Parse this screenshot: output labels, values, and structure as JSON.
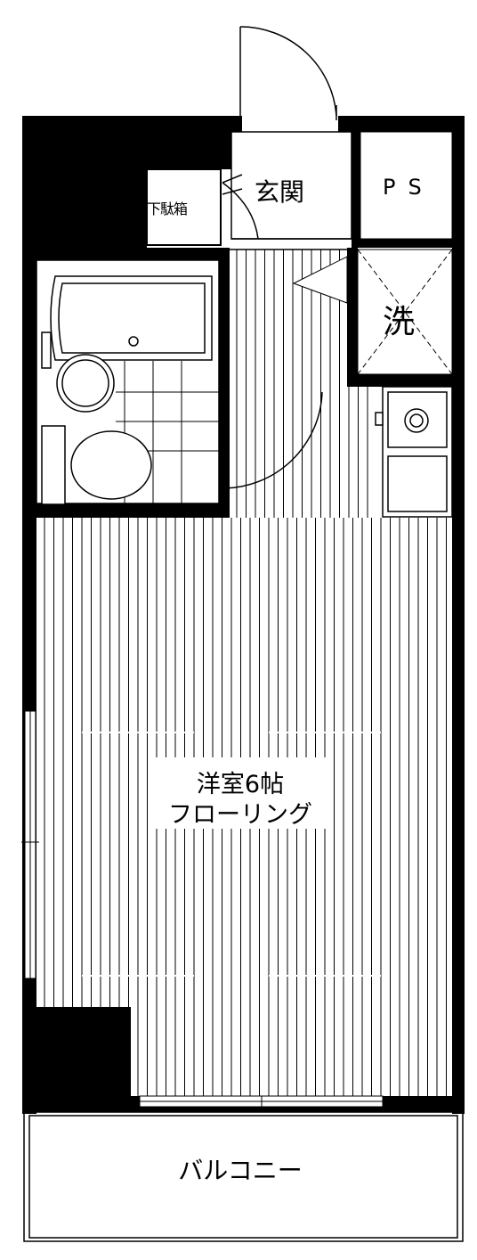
{
  "labels": {
    "entrance": "玄関",
    "shoe_box": "下駄箱",
    "pipe_space": "PS",
    "washer": "洗",
    "room_name": "洋室6帖",
    "floor_type": "フローリング",
    "balcony": "バルコニー"
  },
  "colors": {
    "wall": "#000000",
    "line": "#000000",
    "background": "#ffffff"
  }
}
